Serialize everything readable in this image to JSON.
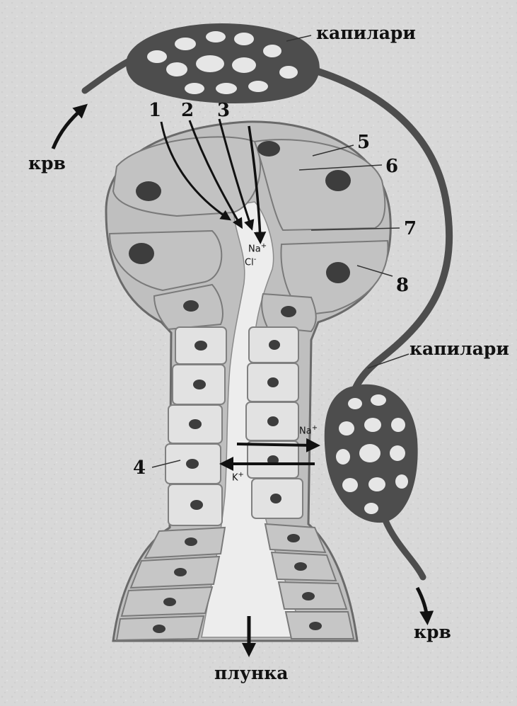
{
  "labels": {
    "capillaries_top": "капилари",
    "capillaries_right": "капилари",
    "blood_in": "крв",
    "blood_out": "крв",
    "saliva": "плунка"
  },
  "numbers": [
    "1",
    "2",
    "3",
    "4",
    "5",
    "6",
    "7",
    "8"
  ],
  "ions": {
    "acinus_cation": "Na",
    "acinus_cation_charge": "+",
    "acinus_anion": "Cl",
    "acinus_anion_charge": "-",
    "duct_out_ion": "Na",
    "duct_out_charge": "+",
    "duct_in_ion": "K",
    "duct_in_charge": "+"
  },
  "colors": {
    "background": "#d9d9d9",
    "vessel": "#4d4d4d",
    "cell_fill": "#bdbdbd",
    "duct_cell_fill": "#e3e3e3",
    "nucleus": "#3c3c3c",
    "lumen": "#f0f0f0",
    "arrow": "#111111"
  }
}
